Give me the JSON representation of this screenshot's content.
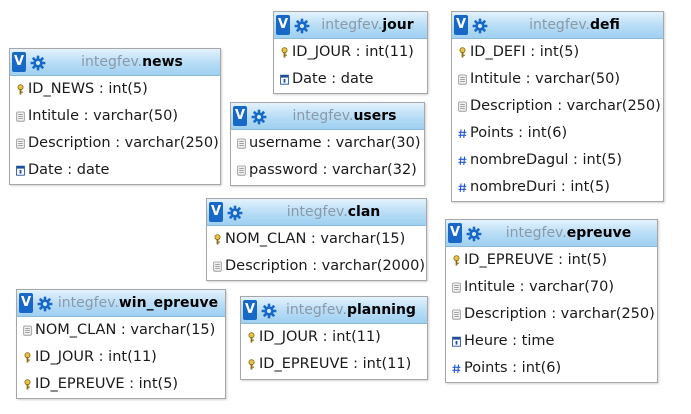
{
  "tables": [
    {
      "db": "integfev.",
      "name": "news",
      "fields": [
        {
          "icon": "key",
          "label": "ID_NEWS : int(5)"
        },
        {
          "icon": "text",
          "label": "Intitule : varchar(50)"
        },
        {
          "icon": "text",
          "label": "Description : varchar(250)"
        },
        {
          "icon": "date",
          "label": "Date : date"
        }
      ]
    },
    {
      "db": "integfev.",
      "name": "jour",
      "fields": [
        {
          "icon": "key",
          "label": "ID_JOUR : int(11)"
        },
        {
          "icon": "date",
          "label": "Date : date"
        }
      ]
    },
    {
      "db": "integfev.",
      "name": "defi",
      "fields": [
        {
          "icon": "key",
          "label": "ID_DEFI : int(5)"
        },
        {
          "icon": "text",
          "label": "Intitule : varchar(50)"
        },
        {
          "icon": "text",
          "label": "Description : varchar(250)"
        },
        {
          "icon": "number",
          "label": "Points : int(6)"
        },
        {
          "icon": "number",
          "label": "nombreDagul : int(5)"
        },
        {
          "icon": "number",
          "label": "nombreDuri : int(5)"
        }
      ]
    },
    {
      "db": "integfev.",
      "name": "users",
      "fields": [
        {
          "icon": "text",
          "label": "username : varchar(30)"
        },
        {
          "icon": "text",
          "label": "password : varchar(32)"
        }
      ]
    },
    {
      "db": "integfev.",
      "name": "clan",
      "fields": [
        {
          "icon": "key",
          "label": "NOM_CLAN : varchar(15)"
        },
        {
          "icon": "text",
          "label": "Description : varchar(2000)"
        }
      ]
    },
    {
      "db": "integfev.",
      "name": "epreuve",
      "fields": [
        {
          "icon": "key",
          "label": "ID_EPREUVE : int(5)"
        },
        {
          "icon": "text",
          "label": "Intitule : varchar(70)"
        },
        {
          "icon": "text",
          "label": "Description : varchar(250)"
        },
        {
          "icon": "date",
          "label": "Heure : time"
        },
        {
          "icon": "number",
          "label": "Points : int(6)"
        }
      ]
    },
    {
      "db": "integfev.",
      "name": "win_epreuve",
      "fields": [
        {
          "icon": "text",
          "label": "NOM_CLAN : varchar(15)"
        },
        {
          "icon": "key",
          "label": "ID_JOUR : int(11)"
        },
        {
          "icon": "key",
          "label": "ID_EPREUVE : int(5)"
        }
      ]
    },
    {
      "db": "integfev.",
      "name": "planning",
      "fields": [
        {
          "icon": "key",
          "label": "ID_JOUR : int(11)"
        },
        {
          "icon": "key",
          "label": "ID_EPREUVE : int(11)"
        }
      ]
    }
  ],
  "toggle_label": "V",
  "colors": {
    "header_top": "#e3f2fd",
    "header_bottom": "#9fd0f1",
    "accent": "#1768c7",
    "db_prefix": "#8a99a8"
  }
}
